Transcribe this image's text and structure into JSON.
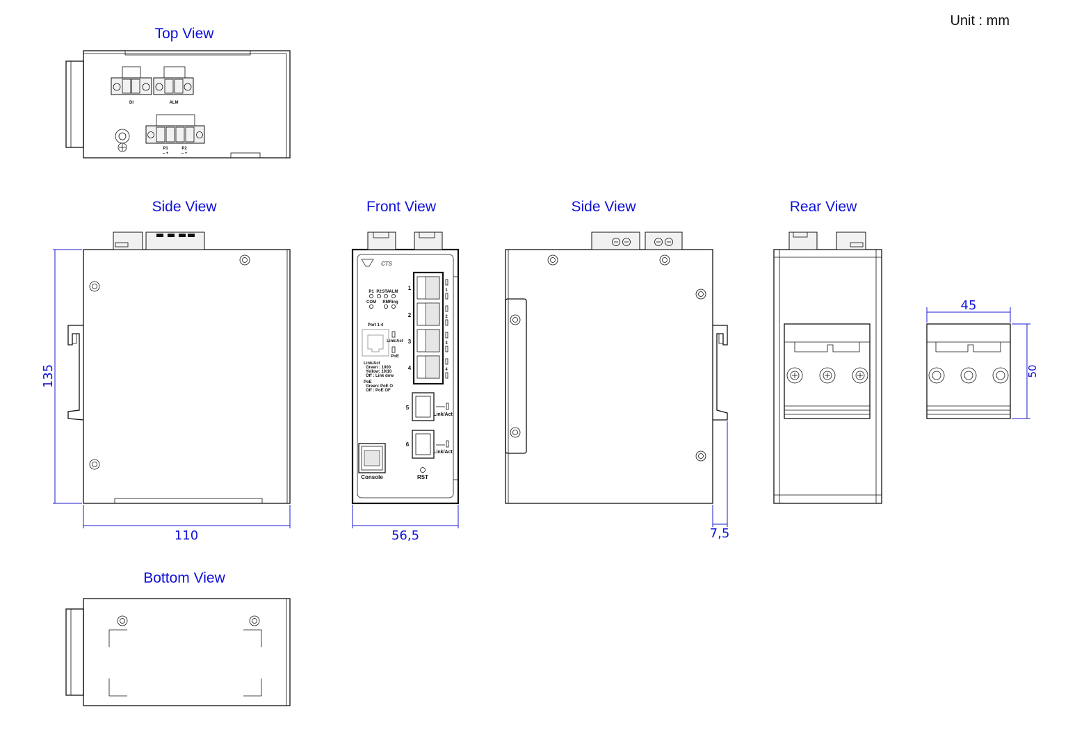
{
  "unit_label": "Unit : mm",
  "views": {
    "top": "Top View",
    "side_left": "Side View",
    "front": "Front View",
    "side_right": "Side View",
    "rear": "Rear View",
    "bottom": "Bottom View"
  },
  "dimensions": {
    "height": "135",
    "width_side": "110",
    "width_front": "56,5",
    "rail_offset": "7,5",
    "bracket_width": "45",
    "bracket_height": "50"
  },
  "top_view_labels": {
    "di": "DI",
    "alm": "ALM",
    "p1": "P1",
    "p2": "P2",
    "p1_polarity": "– +",
    "p2_polarity": "– +"
  },
  "front_panel": {
    "brand": "CTS",
    "led_row1": [
      "P1",
      "P2",
      "STA",
      "ALM"
    ],
    "led_row2": [
      "COM",
      "RM",
      "Ring"
    ],
    "port_group": "Port 1-4",
    "link_act": "Link/Act",
    "poe": "PoE",
    "legend_linkact": [
      "Link/Act",
      "Green : 1000",
      "Yellow: 10/10",
      "Off : Link dow"
    ],
    "legend_poe": [
      "PoE",
      "Green: PoE O",
      "Off : PoE OF"
    ],
    "port_numbers": [
      "1",
      "2",
      "3",
      "4",
      "5",
      "6"
    ],
    "sfp_link": "Link/Act",
    "console": "Console",
    "reset": "RST"
  }
}
